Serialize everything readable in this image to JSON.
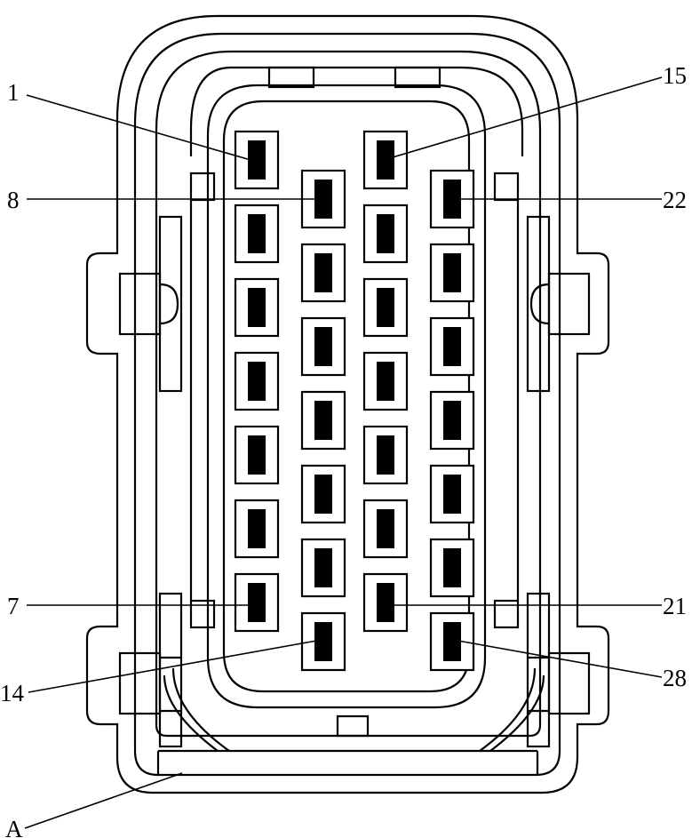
{
  "diagram": {
    "labels": {
      "pin_1": "1",
      "pin_8": "8",
      "pin_7": "7",
      "pin_14": "14",
      "pin_15": "15",
      "pin_22": "22",
      "pin_21": "21",
      "pin_28": "28",
      "housing": "A"
    },
    "columns": [
      {
        "first_pin": 1,
        "last_pin": 7,
        "count": 7
      },
      {
        "first_pin": 8,
        "last_pin": 14,
        "count": 7
      },
      {
        "first_pin": 15,
        "last_pin": 21,
        "count": 7
      },
      {
        "first_pin": 22,
        "last_pin": 28,
        "count": 7
      }
    ],
    "colors": {
      "stroke": "#000000",
      "fill": "#000000",
      "background": "#ffffff"
    }
  }
}
